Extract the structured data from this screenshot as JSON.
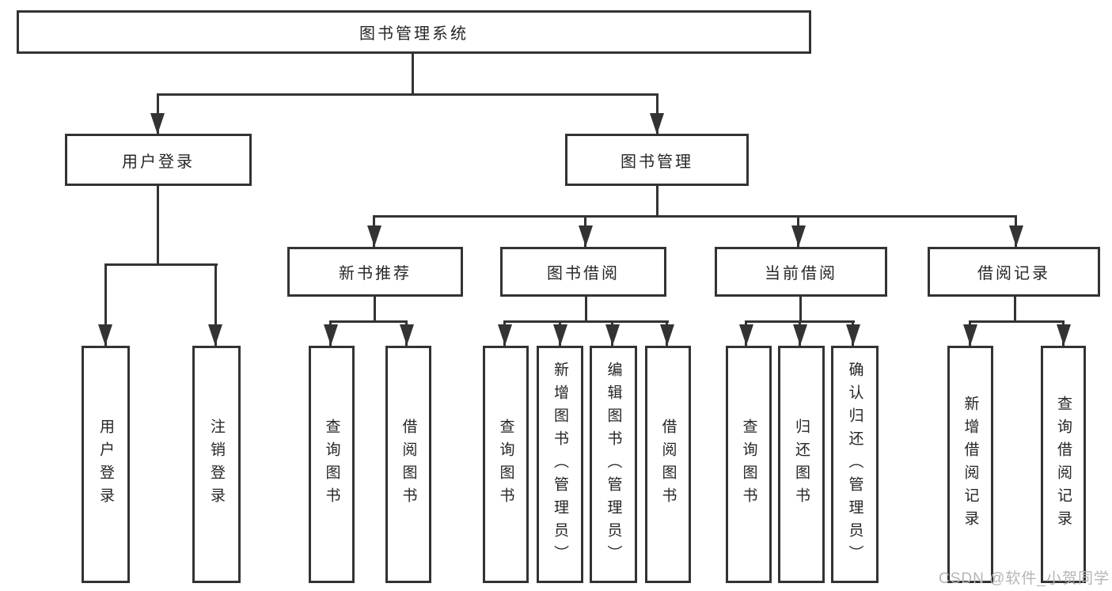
{
  "colors": {
    "line": "#333333",
    "text": "#262626",
    "watermark": "#b5b5b5",
    "background": "#ffffff"
  },
  "watermark": "CSDN @软件_小贺同学",
  "tree": {
    "root": "图书管理系统",
    "children": [
      {
        "label": "用户登录",
        "children": [
          "用户登录",
          "注销登录"
        ]
      },
      {
        "label": "图书管理",
        "children": [
          {
            "label": "新书推荐",
            "children": [
              "查询图书",
              "借阅图书"
            ]
          },
          {
            "label": "图书借阅",
            "children": [
              "查询图书",
              "新增图书（管理员）",
              "编辑图书（管理员）",
              "借阅图书"
            ]
          },
          {
            "label": "当前借阅",
            "children": [
              "查询图书",
              "归还图书",
              "确认归还（管理员）"
            ]
          },
          {
            "label": "借阅记录",
            "children": [
              "新增借阅记录",
              "查询借阅记录"
            ]
          }
        ]
      }
    ]
  }
}
